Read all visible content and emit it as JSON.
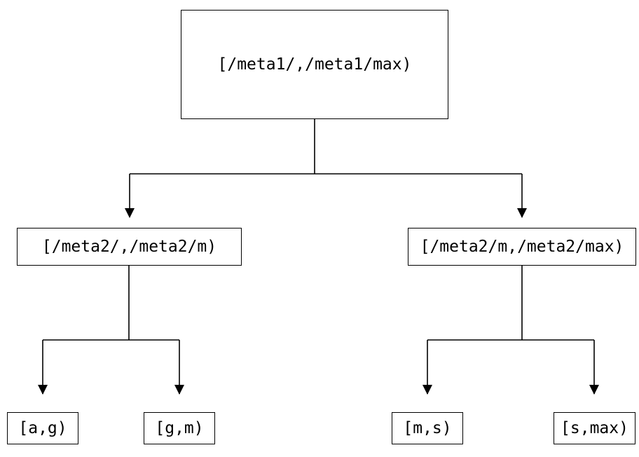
{
  "diagram": {
    "type": "tree",
    "line_color": "#000000",
    "box_background": "#ffffff",
    "root": {
      "label": "[/meta1/,/meta1/max)"
    },
    "level1": [
      {
        "label": "[/meta2/,/meta2/m)"
      },
      {
        "label": "[/meta2/m,/meta2/max)"
      }
    ],
    "leaves": [
      {
        "label": "[a,g)"
      },
      {
        "label": "[g,m)"
      },
      {
        "label": "[m,s)"
      },
      {
        "label": "[s,max)"
      }
    ]
  }
}
